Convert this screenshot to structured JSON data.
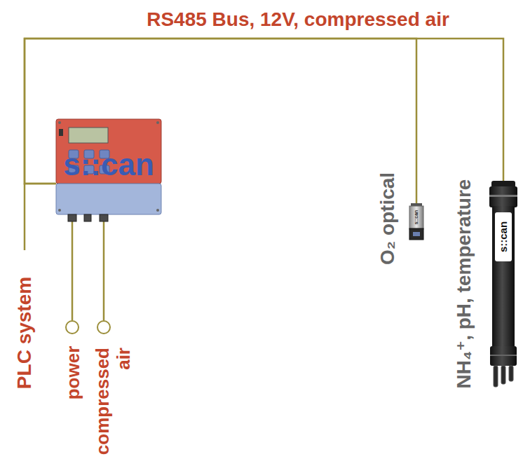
{
  "diagram": {
    "nodes": [
      {
        "text": [
          "s::can"
        ]
      },
      {
        "text": [
          "power"
        ]
      },
      {
        "text": [
          "compressed air"
        ]
      },
      {
        "text": [
          "s::can",
          "O₂ optical"
        ]
      },
      {
        "text": [
          "s::can",
          "NH₄⁺, pH, temperature"
        ]
      }
    ],
    "edges": [
      {
        "from": 0,
        "to": 3,
        "arrow": "none"
      },
      {
        "from": 0,
        "to": 4,
        "arrow": "none"
      },
      {
        "from": 0,
        "to": 1,
        "arrow": "none"
      },
      {
        "from": 0,
        "to": 2,
        "arrow": "none"
      }
    ],
    "labels": [
      "RS485 Bus, 12V, compressed air",
      "PLC system"
    ]
  }
}
